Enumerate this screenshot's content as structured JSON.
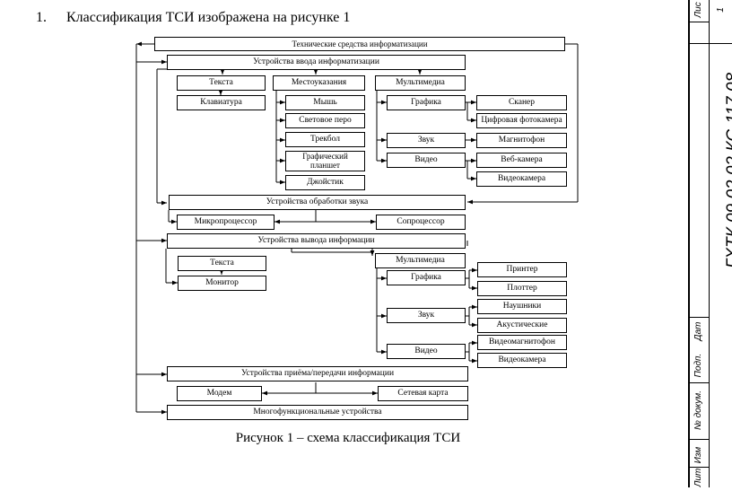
{
  "heading": {
    "number": "1.",
    "text": "Классификация ТСИ изображена на рисунке 1"
  },
  "caption": "Рисунок 1 – схема классификация ТСИ",
  "diagram": {
    "root": "Технические средства информатизации",
    "input": {
      "title": "Устройства ввода информатизации",
      "text": "Текста",
      "keyboard": "Клавиатура",
      "location": "Местоуказания",
      "mouse": "Мышь",
      "lightpen": "Световое перо",
      "trackball": "Трекбол",
      "tablet": "Графический планшет",
      "joystick": "Джойстик",
      "multimedia": "Мультимедиа",
      "graphics": "Графика",
      "sound": "Звук",
      "video": "Видео",
      "scanner": "Сканер",
      "camera": "Цифровая фотокамера",
      "recorder": "Магнитофон",
      "webcam": "Веб-камера",
      "videocam": "Видеокамера"
    },
    "audio": {
      "title": "Устройства обработки звука",
      "cpu": "Микропроцессор",
      "copro": "Сопроцессор"
    },
    "output": {
      "title": "Устройства вывода информации",
      "text": "Текста",
      "monitor": "Монитор",
      "multimedia": "Мультимедиа",
      "graphics": "Графика",
      "sound": "Звук",
      "video": "Видео",
      "printer": "Принтер",
      "plotter": "Плоттер",
      "headphones": "Наушники",
      "speakers": "Акустические",
      "vcr": "Видеомагнитофон",
      "videocam": "Видеокамера"
    },
    "comm": {
      "title": "Устройства приёма/передачи информации",
      "modem": "Модем",
      "netcard": "Сетевая карта"
    },
    "multi": "Многофункциональные устройства"
  },
  "stamp": {
    "sheet_label": "Лис",
    "sheet_number": "1",
    "code": "ГХТК.09.02.02.КС-117.08",
    "date": "Дат",
    "sign": "Подп.",
    "doc": "№ докум.",
    "change": "Изм",
    "sheet": "Лит"
  }
}
